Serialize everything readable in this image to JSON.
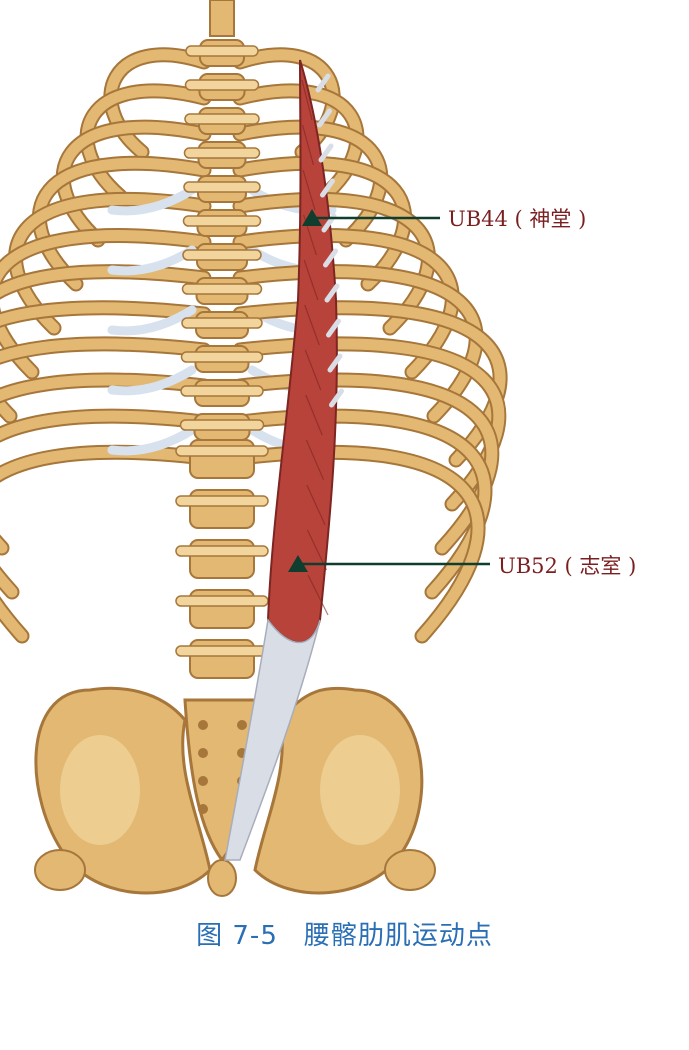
{
  "figure": {
    "labels": [
      {
        "text": "UB44 ( 神堂 )"
      },
      {
        "text": "UB52 ( 志室 )"
      }
    ],
    "caption": {
      "number": "图 7-5",
      "title": "腰髂肋肌运动点"
    }
  },
  "colors": {
    "bone": "#e2b873",
    "bone_dark": "#a6763a",
    "bone_light": "#f2d59c",
    "muscle": "#b8433a",
    "muscle_dark": "#7d2522",
    "tendon": "#d9dde6",
    "cartilage": "#d8e2ee",
    "label": "#7a1f20",
    "marker": "#0f3d2e",
    "caption": "#2a6fb5"
  }
}
